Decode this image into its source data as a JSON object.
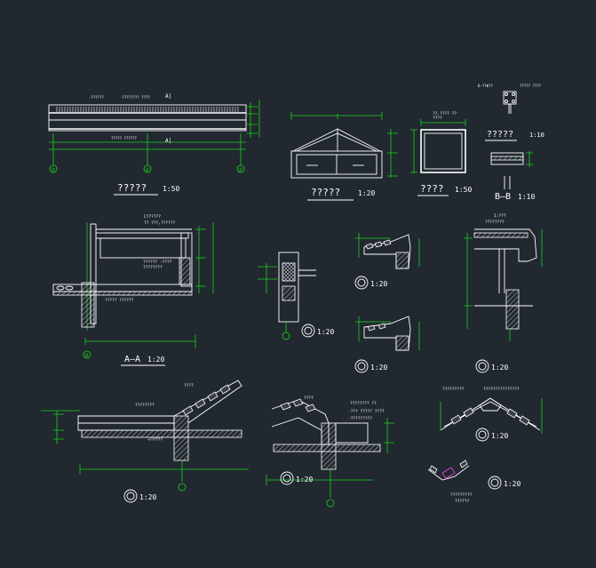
{
  "colors": {
    "background": "#212830",
    "line": "#ffffff",
    "dimension": "#19d219",
    "accent": "#e040e0"
  },
  "views": {
    "top_elevation": {
      "title": "?????",
      "scale": "1:50",
      "grid_labels": [
        "③",
        "④",
        "⑤"
      ],
      "note_a": "A|",
      "note_b": "A|",
      "small_1": "-??????",
      "small_2": "-???????? ????",
      "small_3": "????? ??????"
    },
    "gable_elevation": {
      "title": "?????",
      "scale": "1:20"
    },
    "window_plan": {
      "title": "????",
      "scale": "1:50",
      "note": "??.???? ??",
      "note2": "????"
    },
    "section_bb": {
      "title": "?????",
      "scale": "1:10",
      "label": "B—B",
      "scale2": "1:10",
      "note": "6-??Φ??",
      "note2": "????? ????"
    },
    "section_aa": {
      "label": "A—A",
      "scale": "1:20",
      "note1": "C??????",
      "note2": "?? ???,??????",
      "note3": "?????? -????",
      "note4": "????????",
      "note5": "????? ??????",
      "axis": "⑧"
    },
    "detail_1": {
      "scale": "1:20"
    },
    "detail_2": {
      "scale": "1:20"
    },
    "detail_3": {
      "scale": "1:20"
    },
    "detail_4": {
      "scale": "1:20",
      "note": "1:???",
      "note2": "????????"
    },
    "detail_5": {
      "scale": "1:20",
      "note": "????",
      "note2": "????????",
      "note3": "+??????"
    },
    "detail_6": {
      "scale": "1:20",
      "note": "????",
      "note2": "???????? ??",
      "note3": "-??? ????? ????",
      "note4": "-?????????"
    },
    "detail_7": {
      "scale": "1:20",
      "note": "?????????",
      "note2": "???????????????"
    },
    "detail_8": {
      "scale": "1:20",
      "note": "?????????",
      "note2": "??????"
    }
  }
}
